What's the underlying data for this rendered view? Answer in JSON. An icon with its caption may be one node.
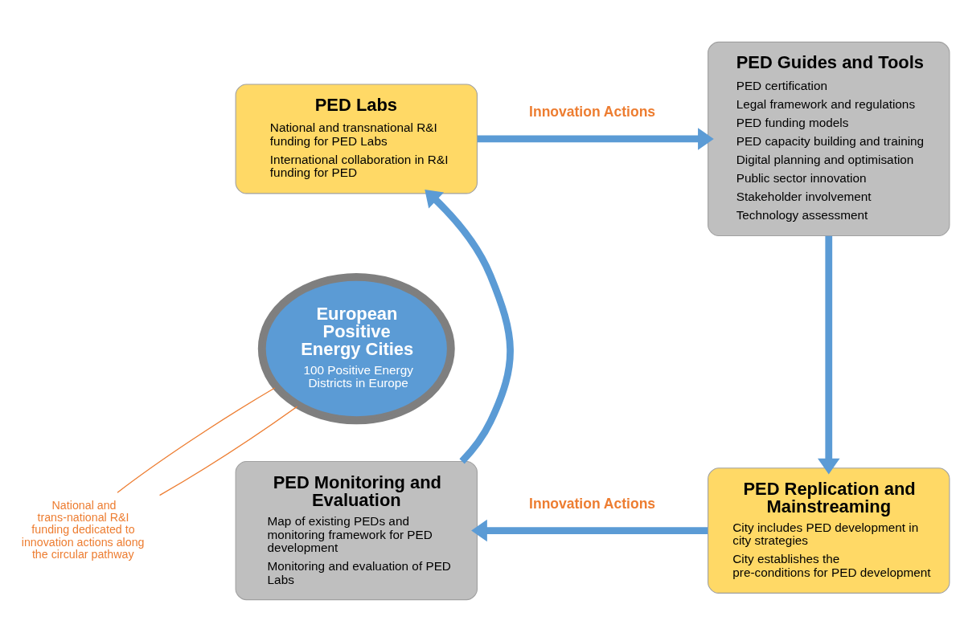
{
  "diagram": {
    "nodes": [
      {
        "text": [
          "PED Labs",
          "National and transnational R&I funding for PED Labs",
          "International collaboration in R&I funding for PED"
        ]
      },
      {
        "text": [
          "PED Guides and Tools",
          "PED certification",
          "Legal framework and regulations",
          "PED funding models",
          "PED capacity building and training",
          "Digital planning and optimisation",
          "Public sector innovation",
          "Stakeholder involvement",
          "Technology assessment"
        ]
      },
      {
        "text": [
          "European Positive Energy Cities",
          "100 Positive Energy Districts in Europe"
        ]
      },
      {
        "text": [
          "PED Monitoring and Evaluation",
          "Map of existing PEDs and monitoring framework for PED development",
          "Monitoring and evaluation of PED Labs"
        ]
      },
      {
        "text": [
          "PED Replication and Mainstreaming",
          "City includes PED development in city strategies",
          "City establishes the pre-conditions for PED development"
        ]
      },
      {
        "text": [
          "National and trans-national R&I funding dedicated to innovation actions along the circular pathway"
        ]
      }
    ],
    "edges": [
      {
        "from": 0,
        "to": 1,
        "arrow": "to",
        "label": "Innovation Actions"
      },
      {
        "from": 1,
        "to": 4,
        "arrow": "to"
      },
      {
        "from": 4,
        "to": 3,
        "arrow": "to",
        "label": "Innovation Actions"
      },
      {
        "from": 3,
        "to": 0,
        "arrow": "to"
      },
      {
        "from": 2,
        "to": 5,
        "arrow": "none",
        "color": "#ed7d31"
      },
      {
        "from": 2,
        "to": 5,
        "arrow": "none",
        "color": "#ed7d31"
      }
    ]
  }
}
